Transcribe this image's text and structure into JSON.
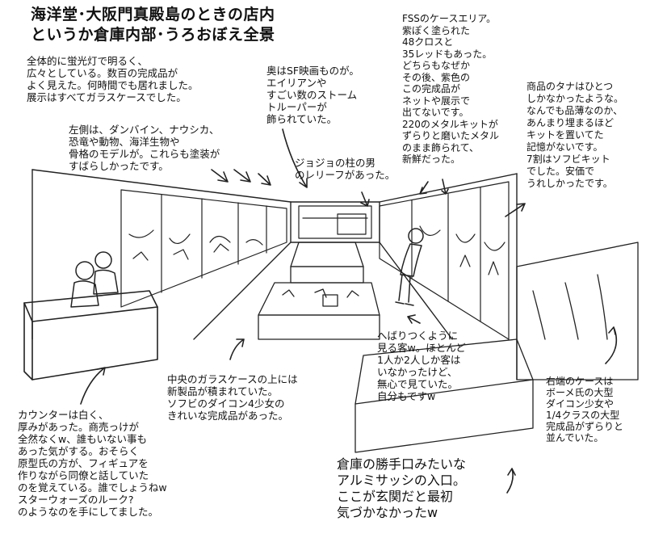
{
  "title": {
    "lines": [
      "海洋堂･大阪門真殿島のときの店内",
      "というか倉庫内部･うろおぼえ全景"
    ]
  },
  "notes": {
    "lighting": [
      "全体的に蛍光灯で明るく、",
      "広々としている。数百の完成品が",
      "よく見えた。何時間でも居れました。",
      "展示はすべてガラスケースでした。"
    ],
    "left_side": [
      "左側は、ダンバイン、ナウシカ、",
      "恐竜や動物、海洋生物や",
      "骨格のモデルが。これらも塗装が",
      "すばらしかったです。"
    ],
    "back": [
      "奥はSF映画ものが。",
      "エイリアンや",
      "すごい数のストーム",
      "トルーパーが",
      "飾られていた。"
    ],
    "jojo": [
      "ジョジョの柱の男",
      "のレリーフがあった。"
    ],
    "fss": [
      "FSSのケースエリア。",
      "紫ぽく塗られた",
      "48クロスと",
      "35レッドもあった。",
      "どちらもなぜか",
      "その後、紫色の",
      "この完成品が",
      "ネットや展示で",
      "出てないです。",
      "220のメタルキットが",
      "ずらりと磨いたメタル",
      "のまま飾られて、",
      "新鮮だった。"
    ],
    "shelf": [
      "商品のタナはひとつ",
      "しかなかったような。",
      "なんでも品薄なのか、",
      "あんまり埋まるほど",
      "キットを置いてた",
      "記憶がないです。",
      "7割はソフビキット",
      "でした。安価で",
      "うれしかったです。"
    ],
    "customer": [
      "へばりつくように",
      "見る客w。ほとんど",
      "1人か2人しか客は",
      "いなかったけど、",
      "無心で見ていた。",
      "自分もですw"
    ],
    "center_case": [
      "中央のガラスケースの上には",
      "新製品が積まれていた。",
      "ソフビのダイコン4少女の",
      "きれいな完成品があった。"
    ],
    "right_case": [
      "右端のケースは",
      "ボーメ氏の大型",
      "ダイコン少女や",
      "1/4クラスの大型",
      "完成品がずらりと",
      "並んでいた。"
    ],
    "counter": [
      "カウンターは白く、",
      "厚みがあった。商売っけが",
      "全然なくw、誰もいない事も",
      "あった気がする。おそらく",
      "原型氏の方が、フィギュアを",
      "作りながら同僚と話していた",
      "のを覚えている。誰でしょうねw",
      "スターウォーズのルーク?",
      "のようなのを手にしてました。"
    ],
    "entrance": [
      "倉庫の勝手口みたいな",
      "アルミサッシの入口。",
      "ここが玄関だと最初",
      "気づかなかったw"
    ]
  }
}
